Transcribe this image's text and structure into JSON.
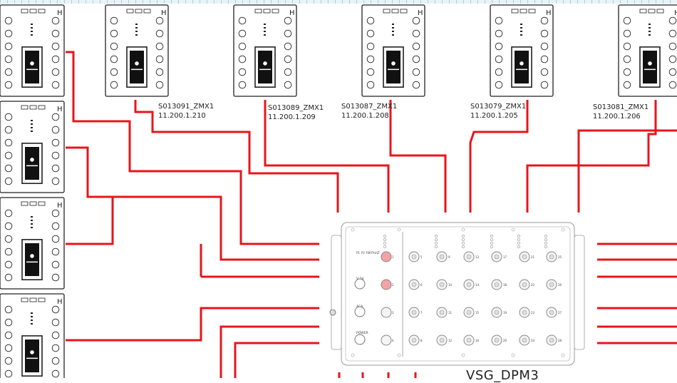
{
  "diagram": {
    "switch": {
      "title": "VSG_DPM3",
      "led_labels": [
        "P1",
        "P2",
        "RM",
        "FAULT"
      ],
      "port_labels": {
        "v24": "V 24",
        "aca": "ACA",
        "power": "POWER"
      },
      "port_numbers": [
        "1",
        "2",
        "3",
        "4",
        "5",
        "6",
        "7",
        "8",
        "9",
        "10",
        "11",
        "12",
        "13",
        "14",
        "15",
        "16",
        "17",
        "18",
        "19",
        "20",
        "21",
        "22",
        "23",
        "24",
        "25",
        "26",
        "27",
        "28"
      ]
    },
    "nodes": [
      {
        "name": "S013091_ZMX1",
        "ip": "11.200.1.210"
      },
      {
        "name": "S013089_ZMX1",
        "ip": "11.200.1.209"
      },
      {
        "name": "S013087_ZMX1",
        "ip": "11.200.1.208"
      },
      {
        "name": "S013079_ZMX1",
        "ip": "11.200.1.205"
      },
      {
        "name": "S013081_ZMX1",
        "ip": "11.200.1.206"
      }
    ],
    "colors": {
      "link": "#e8151b",
      "outline": "#222222",
      "grid_band": "#e8f3f8",
      "port_active": "#f3a3a3"
    }
  }
}
